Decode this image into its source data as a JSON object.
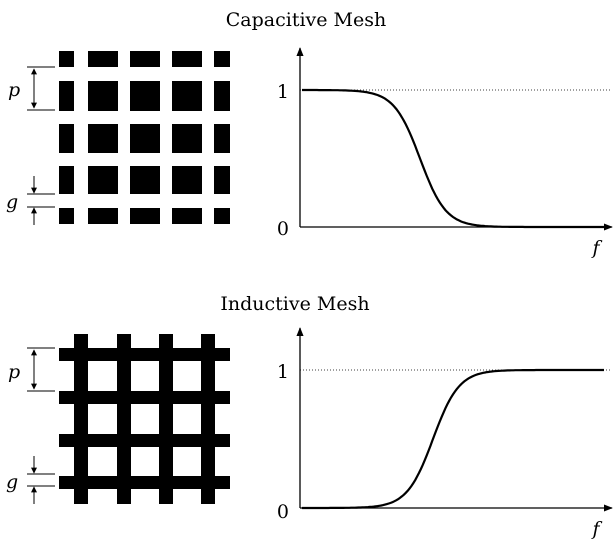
{
  "panels": [
    {
      "title": "Capacitive Mesh",
      "mesh_type": "capacitive",
      "dimension_labels": {
        "period": "p",
        "gap": "g"
      },
      "curve": "lowpass",
      "y_ticks": [
        "1",
        "0"
      ],
      "x_label": "f"
    },
    {
      "title": "Inductive Mesh",
      "mesh_type": "inductive",
      "dimension_labels": {
        "period": "p",
        "gap": "g"
      },
      "curve": "highpass",
      "y_ticks": [
        "1",
        "0"
      ],
      "x_label": "f"
    }
  ],
  "colors": {
    "ink": "#000000",
    "background": "#ffffff"
  }
}
